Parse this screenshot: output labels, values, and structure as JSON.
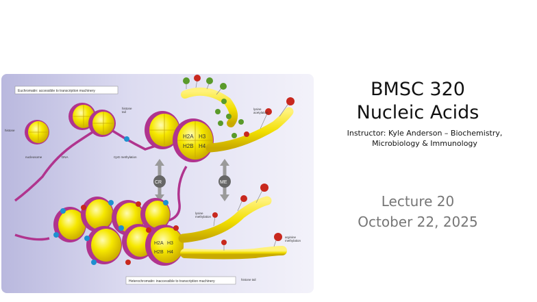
{
  "slide": {
    "course_code": "BMSC 320",
    "course_name": "Nucleic Acids",
    "instructor_line1": "Instructor: Kyle Anderson – Biochemistry,",
    "instructor_line2": "Microbiology & Immunology",
    "lecture": "Lecture 20",
    "date": "October 22, 2025"
  },
  "figure": {
    "euchromatin_label": "Euchromatin: accessible to transcription machinery",
    "heterochromatin_label": "Heterochromatin: inaccessible to transcription machinery",
    "histone": "histone",
    "nucleosome": "nucleosome",
    "dna": "DNA",
    "cpg": "CpG methylation",
    "histone_tail_top": "histone\ntail",
    "histone_tail_bottom": "histone tail",
    "lysine_acetylation": "lysine\nacetylation",
    "lysine_methylation": "lysine\nmethylation",
    "arginine_methylation": "arginine\nmethylation",
    "cr": "CR",
    "me": "ME",
    "h2a": "H2A",
    "h3": "H3",
    "h2b": "H2B",
    "h4": "H4",
    "colors": {
      "nucleosome_yellow": "#f5e600",
      "dna_magenta": "#b0348e",
      "acetyl_green": "#5a9a2a",
      "methyl_red": "#c8281e",
      "cpg_blue": "#1e90d0"
    }
  }
}
